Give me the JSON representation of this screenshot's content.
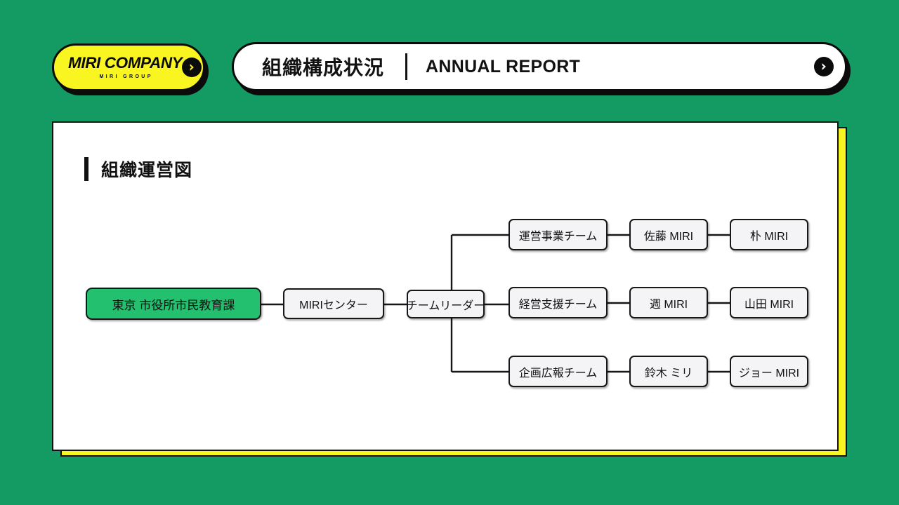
{
  "brand": {
    "name": "MIRI COMPANY",
    "name_part_1": "MIRI",
    "name_part_2": "COMPANY",
    "subtitle": "MIRI GROUP",
    "arrow_icon": "chevron-right-circle-icon",
    "bg_color": "#F9F521",
    "ink_color": "#0B0B0B"
  },
  "header": {
    "title_ja": "組織構成状況",
    "divider": "|",
    "title_en": "ANNUAL REPORT",
    "arrow_icon": "chevron-right-circle-icon"
  },
  "card": {
    "section_heading": "組織運営図",
    "shadow_color": "#F9F521",
    "bg_color": "#FFFFFF"
  },
  "theme": {
    "background": "#149A63",
    "accent_yellow": "#F9F521",
    "accent_green": "#22C06F",
    "node_fill": "#F4F4F6",
    "ink": "#111111"
  },
  "org_chart": {
    "root": {
      "label": "東京 市役所市民教育課",
      "highlight": true
    },
    "center": {
      "label": "MIRIセンター"
    },
    "leader": {
      "label": "チームリーダー"
    },
    "branches": [
      {
        "team": "運営事業チーム",
        "members": [
          "佐藤 MIRI",
          "朴 MIRI"
        ]
      },
      {
        "team": "経営支援チーム",
        "members": [
          "週 MIRI",
          "山田 MIRI"
        ]
      },
      {
        "team": "企画広報チーム",
        "members": [
          "鈴木 ミリ",
          "ジョー MIRI"
        ]
      }
    ]
  }
}
